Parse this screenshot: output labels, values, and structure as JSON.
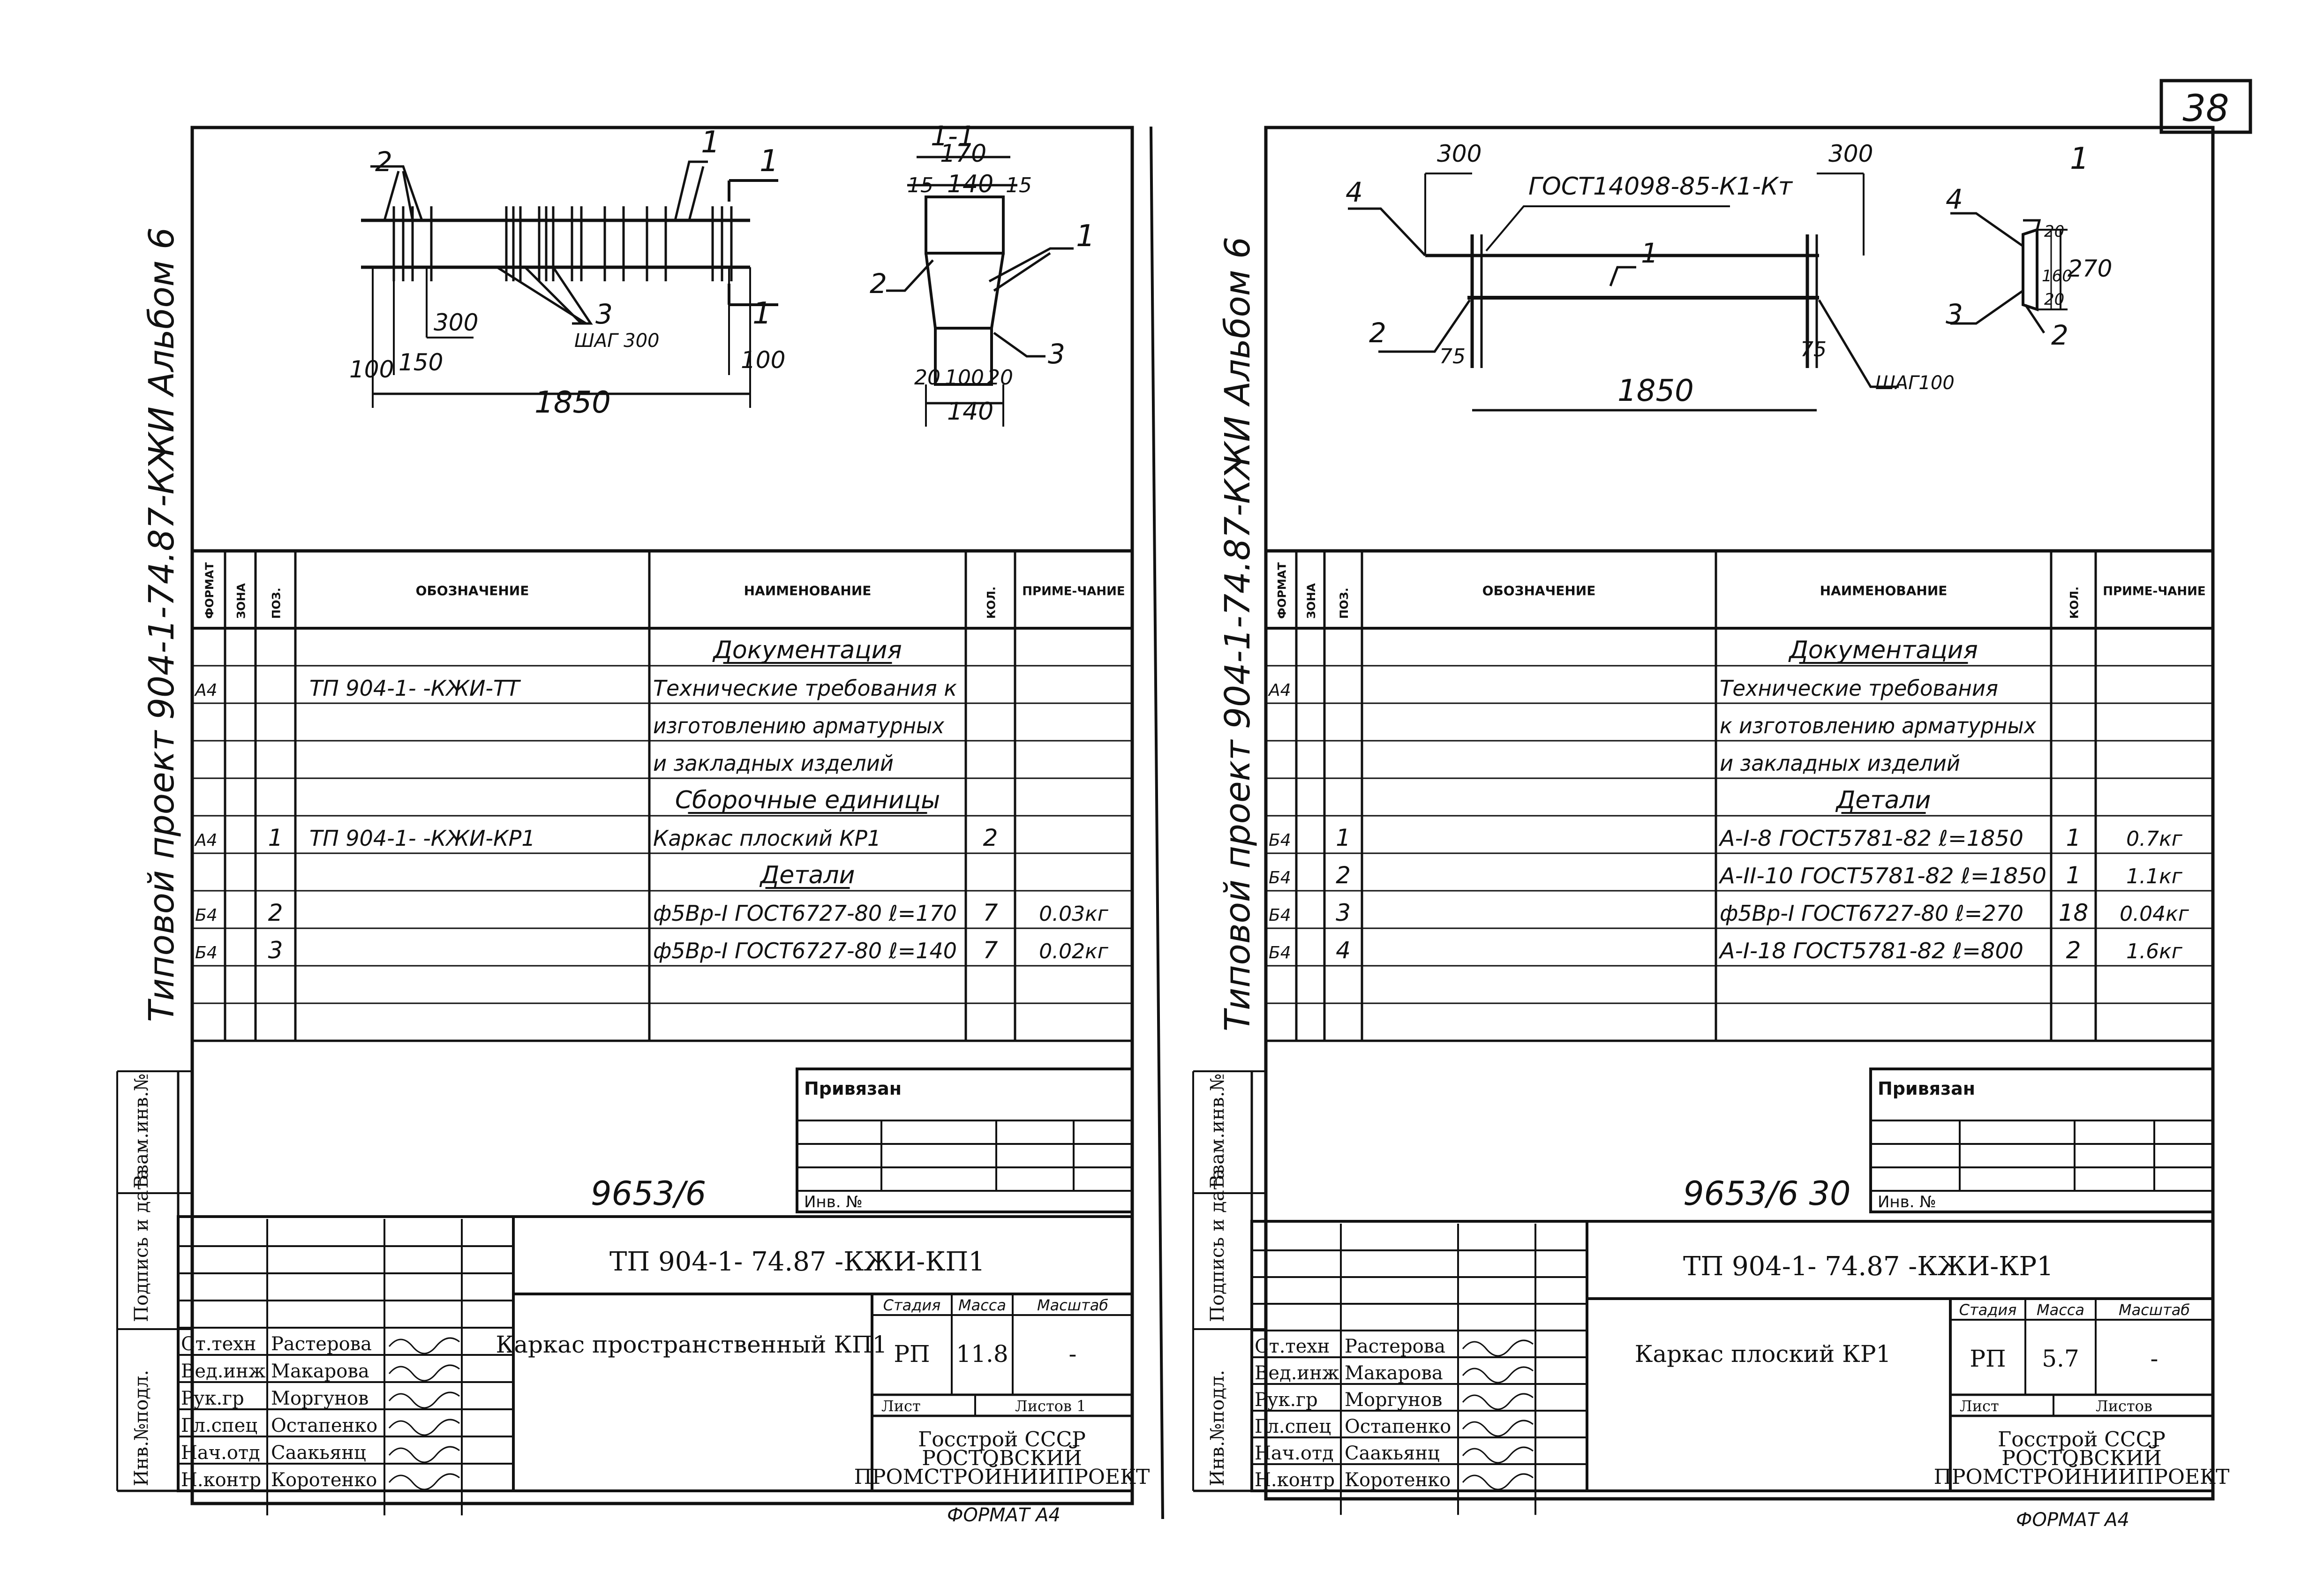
{
  "page_number": "38",
  "left": {
    "album_side": "Типовой проект 904-1-74.87-КЖИ    Альбом 6",
    "drawing": {
      "labels": [
        "2",
        "1",
        "1",
        "1",
        "300",
        "3",
        "ШАГ 300",
        "100",
        "150",
        "100",
        "1850"
      ],
      "section_labels": [
        "1-1",
        "170",
        "15",
        "140",
        "15",
        "2",
        "1",
        "3",
        "20",
        "100",
        "20",
        "140"
      ]
    },
    "spec_header": {
      "format": "ФОРМАТ",
      "zone": "ЗОНА",
      "pos": "ПОЗ.",
      "designation": "ОБОЗНАЧЕНИЕ",
      "name": "НАИМЕНОВАНИЕ",
      "qty": "КОЛ.",
      "note": "ПРИМЕ-ЧАНИЕ"
    },
    "spec_rows": [
      {
        "format": "",
        "pos": "",
        "designation": "",
        "name": "Документация",
        "qty": "",
        "note": "",
        "heading": true
      },
      {
        "format": "А4",
        "pos": "",
        "designation": "ТП 904-1-      -КЖИ-ТТ",
        "name": "Технические требования к",
        "qty": "",
        "note": ""
      },
      {
        "format": "",
        "pos": "",
        "designation": "",
        "name": "изготовлению арматурных",
        "qty": "",
        "note": ""
      },
      {
        "format": "",
        "pos": "",
        "designation": "",
        "name": "и закладных изделий",
        "qty": "",
        "note": ""
      },
      {
        "format": "",
        "pos": "",
        "designation": "",
        "name": "Сборочные единицы",
        "qty": "",
        "note": "",
        "heading": true
      },
      {
        "format": "А4",
        "pos": "1",
        "designation": "ТП 904-1-      -КЖИ-КР1",
        "name": "Каркас плоский КР1",
        "qty": "2",
        "note": ""
      },
      {
        "format": "",
        "pos": "",
        "designation": "",
        "name": "Детали",
        "qty": "",
        "note": "",
        "heading": true
      },
      {
        "format": "Б4",
        "pos": "2",
        "designation": "",
        "name": "ф5Вр-I ГОСТ6727-80 ℓ=170",
        "qty": "7",
        "note": "0.03кг"
      },
      {
        "format": "Б4",
        "pos": "3",
        "designation": "",
        "name": "ф5Вр-I ГОСТ6727-80 ℓ=140",
        "qty": "7",
        "note": "0.02кг"
      }
    ],
    "side_stamp": [
      "Инв.№подл.",
      "Подпись и дата",
      "Взам.инв.№"
    ],
    "privyazan": "Привязан",
    "inv_no": "Инв. №",
    "archive_no": "9653/6",
    "doc_code": "ТП 904-1-  74.87      -КЖИ-КП1",
    "title": "Каркас пространственный КП1",
    "stage_label": "Стадия",
    "mass_label": "Масса",
    "scale_label": "Масштаб",
    "stage": "РП",
    "mass": "11.8",
    "scale": "-",
    "sheet_label": "Лист",
    "sheets_label": "Листов 1",
    "people": [
      {
        "role": "Ст.техн",
        "name": "Растерова"
      },
      {
        "role": "Вед.инж",
        "name": "Макарова"
      },
      {
        "role": "Рук.гр",
        "name": "Моргунов"
      },
      {
        "role": "Гл.спец",
        "name": "Остапенко"
      },
      {
        "role": "Нач.отд",
        "name": "Саакьянц"
      },
      {
        "role": "Н.контр",
        "name": "Коротенко"
      }
    ],
    "org": [
      "Госстрой СССР",
      "РОСТОВСКИЙ",
      "ПРОМСТРОЙНИИПРОЕКТ"
    ],
    "format": "ФОРМАТ А4"
  },
  "right": {
    "album_side": "Типовой проект 904-1-74.87-КЖИ    Альбом 6",
    "drawing": {
      "labels": [
        "300",
        "ГОСТ14098-85-К1-Кт",
        "300",
        "4",
        "1",
        "1",
        "2",
        "75",
        "1850",
        "75",
        "ШАГ100"
      ],
      "section_labels": [
        "1",
        "4",
        "20",
        "160",
        "20",
        "270",
        "3",
        "2"
      ]
    },
    "spec_header": {
      "format": "ФОРМАТ",
      "zone": "ЗОНА",
      "pos": "ПОЗ.",
      "designation": "ОБОЗНАЧЕНИЕ",
      "name": "НАИМЕНОВАНИЕ",
      "qty": "КОЛ.",
      "note": "ПРИМЕ-ЧАНИЕ"
    },
    "spec_rows": [
      {
        "format": "",
        "pos": "",
        "designation": "",
        "name": "Документация",
        "qty": "",
        "note": "",
        "heading": true
      },
      {
        "format": "А4",
        "pos": "",
        "designation": "",
        "name": "Технические требования",
        "qty": "",
        "note": ""
      },
      {
        "format": "",
        "pos": "",
        "designation": "",
        "name": "к изготовлению арматурных",
        "qty": "",
        "note": ""
      },
      {
        "format": "",
        "pos": "",
        "designation": "",
        "name": "и закладных изделий",
        "qty": "",
        "note": ""
      },
      {
        "format": "",
        "pos": "",
        "designation": "",
        "name": "Детали",
        "qty": "",
        "note": "",
        "heading": true
      },
      {
        "format": "Б4",
        "pos": "1",
        "designation": "",
        "name": "А-I-8 ГОСТ5781-82 ℓ=1850",
        "qty": "1",
        "note": "0.7кг"
      },
      {
        "format": "Б4",
        "pos": "2",
        "designation": "",
        "name": "А-II-10 ГОСТ5781-82 ℓ=1850",
        "qty": "1",
        "note": "1.1кг"
      },
      {
        "format": "Б4",
        "pos": "3",
        "designation": "",
        "name": "ф5Вр-I ГОСТ6727-80 ℓ=270",
        "qty": "18",
        "note": "0.04кг"
      },
      {
        "format": "Б4",
        "pos": "4",
        "designation": "",
        "name": "А-I-18 ГОСТ5781-82 ℓ=800",
        "qty": "2",
        "note": "1.6кг"
      }
    ],
    "side_stamp": [
      "Инв.№подл.",
      "Подпись и дата",
      "Взам.инв.№"
    ],
    "privyazan": "Привязан",
    "inv_no": "Инв. №",
    "archive_no": "9653/6  30",
    "doc_code": "ТП 904-1-  74.87      -КЖИ-КР1",
    "title": "Каркас плоский КР1",
    "stage_label": "Стадия",
    "mass_label": "Масса",
    "scale_label": "Масштаб",
    "stage": "РП",
    "mass": "5.7",
    "scale": "-",
    "sheet_label": "Лист",
    "sheets_label": "Листов",
    "people": [
      {
        "role": "Ст.техн",
        "name": "Растерова"
      },
      {
        "role": "Вед.инж",
        "name": "Макарова"
      },
      {
        "role": "Рук.гр",
        "name": "Моргунов"
      },
      {
        "role": "Гл.спец",
        "name": "Остапенко"
      },
      {
        "role": "Нач.отд",
        "name": "Саакьянц"
      },
      {
        "role": "Н.контр",
        "name": "Коротенко"
      }
    ],
    "org": [
      "Госстрой СССР",
      "РОСТОВСКИЙ",
      "ПРОМСТРОЙНИИПРОЕКТ"
    ],
    "format": "ФОРМАТ А4"
  }
}
